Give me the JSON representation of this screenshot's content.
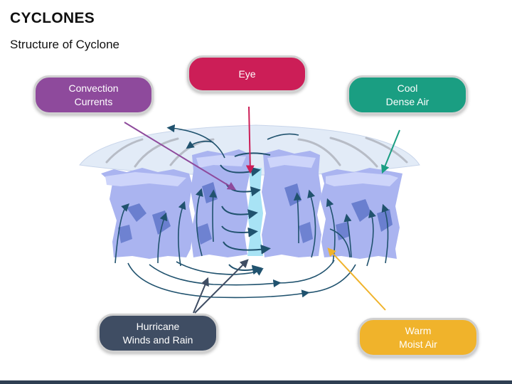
{
  "header": {
    "title": "CYCLONES",
    "subtitle": "Structure of Cyclone"
  },
  "labels": {
    "convection": {
      "text": "Convection\nCurrents",
      "color": "#8e4a9c"
    },
    "eye": {
      "text": "Eye",
      "color": "#cc1e57"
    },
    "cool": {
      "text": "Cool\nDense Air",
      "color": "#1a9e82"
    },
    "hurricane": {
      "text": "Hurricane\nWinds and Rain",
      "color": "#3f4d63"
    },
    "warm": {
      "text": "Warm\nMoist Air",
      "color": "#f0b32b"
    }
  },
  "colors": {
    "cloud_fill": "#aab4f0",
    "cloud_light": "#cdd4fa",
    "cloud_dark": "#5f76c9",
    "eye_column": "#a8e3f5",
    "canopy": "#e2ebf7",
    "flow_arrows": "#20526e",
    "bottom_bar": "#2e3e52"
  }
}
